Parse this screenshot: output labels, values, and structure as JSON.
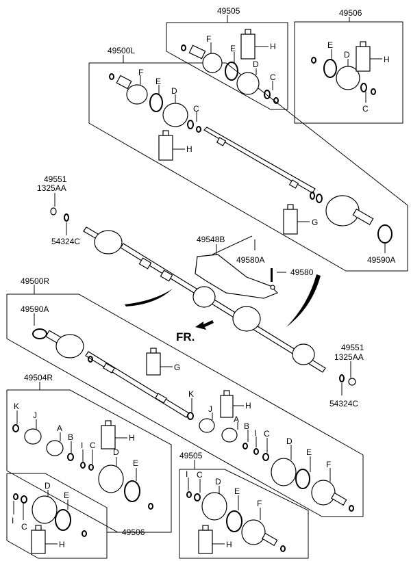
{
  "groups": {
    "top_49505": "49505",
    "top_49506": "49506",
    "left_shaft": "49500L",
    "right_shaft": "49500R",
    "kit_49504R": "49504R",
    "bottom_49506": "49506",
    "bottom_49505": "49505"
  },
  "parts": {
    "nut_left": "49551",
    "nut_left_alt": "1325AA",
    "washer_left": "54324C",
    "bracket": "49548B",
    "bolt_a": "49580A",
    "bolt": "49580",
    "ring_upper": "49590A",
    "ring_lower": "49590A",
    "nut_right": "49551",
    "nut_right_alt": "1325AA",
    "washer_right": "54324C",
    "front_marker": "FR."
  },
  "letters": {
    "top_49505": [
      "F",
      "E",
      "D",
      "C",
      "H"
    ],
    "top_49506": [
      "E",
      "D",
      "H",
      "C"
    ],
    "left_shaft": [
      "F",
      "E",
      "D",
      "C",
      "H",
      "G"
    ],
    "right_shaft": [
      "G",
      "K",
      "H",
      "J",
      "A",
      "B",
      "I",
      "C",
      "D",
      "E",
      "F"
    ],
    "kit_49504R": [
      "K",
      "J",
      "A",
      "B",
      "I",
      "C",
      "H",
      "D",
      "E"
    ],
    "bottom_49506": [
      "D",
      "E",
      "I",
      "C",
      "H"
    ],
    "bottom_49505": [
      "I",
      "C",
      "D",
      "E",
      "F",
      "H"
    ]
  }
}
